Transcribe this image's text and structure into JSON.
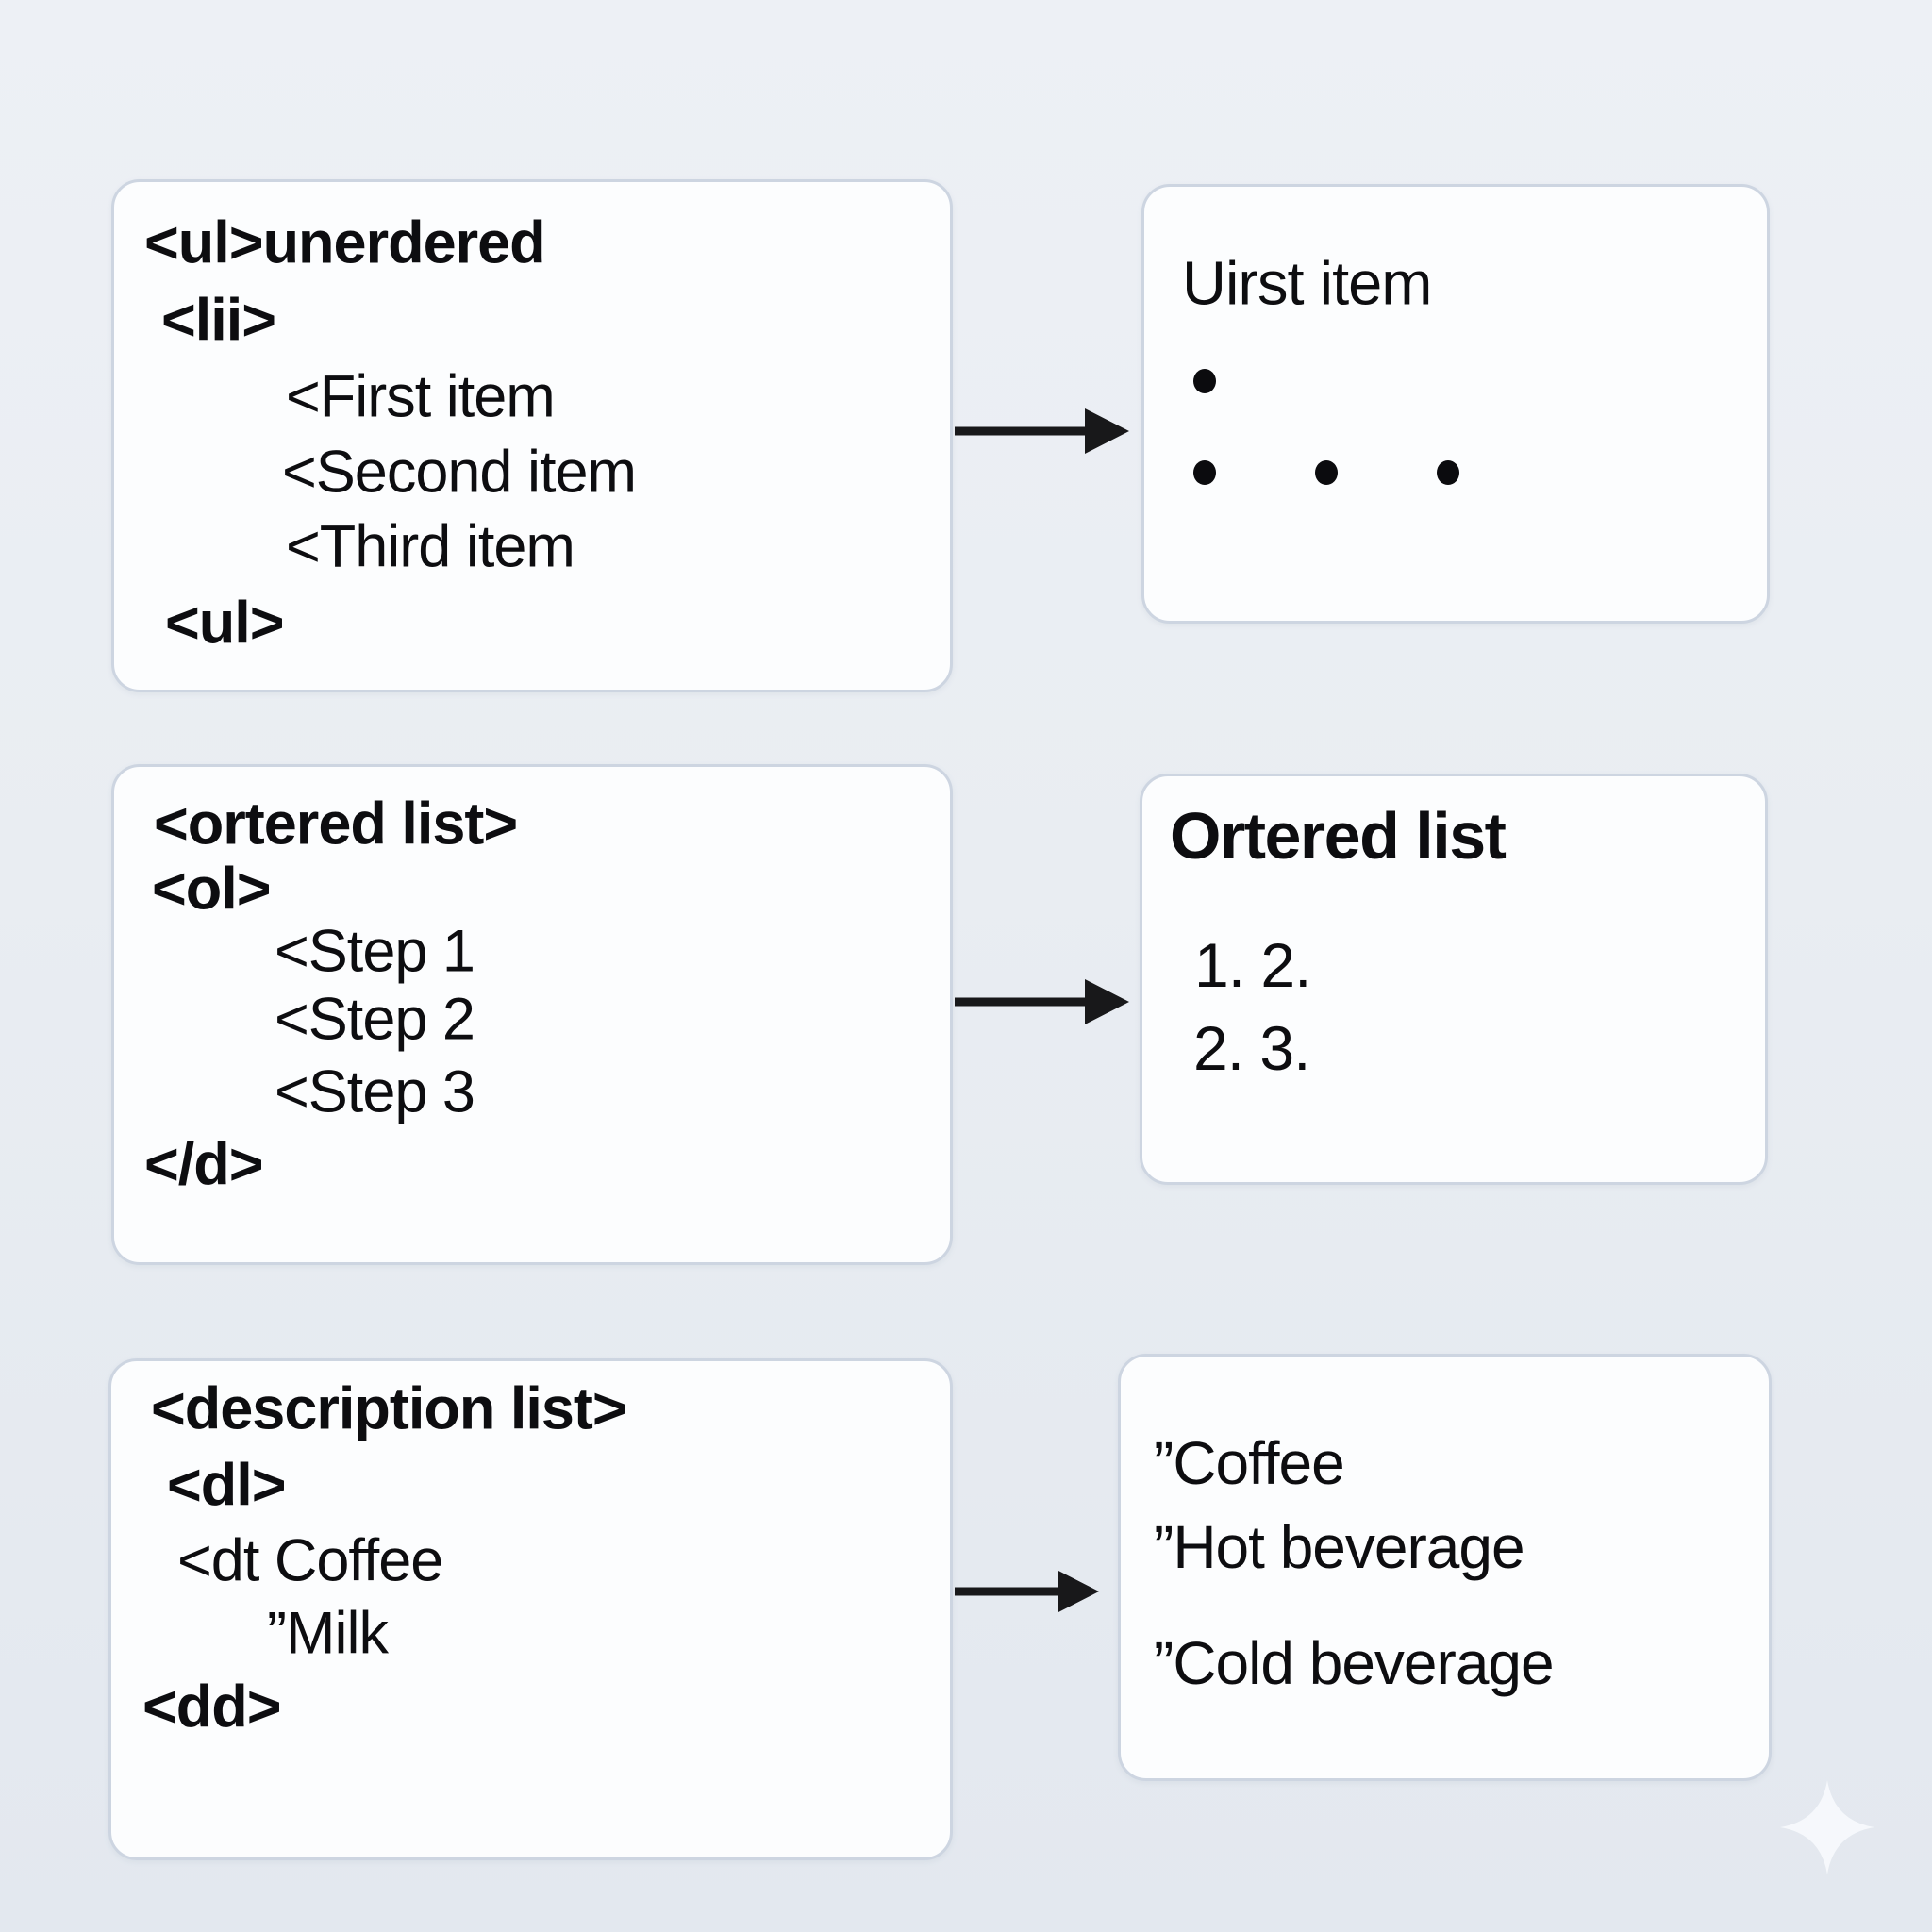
{
  "colors": {
    "background_top": "#edf0f5",
    "background_bottom": "#e3e8ef",
    "box_fill": "#fcfdfe",
    "box_border": "#cdd5e1",
    "text": "#0d0d10",
    "arrow": "#18181a",
    "sparkle": "#f7f9fc"
  },
  "icons": {
    "arrow-icon": "right-arrow →",
    "bullet-icon": "disc •",
    "sparkle-icon": "four-point-star ✦"
  },
  "unordered_section": {
    "code_box": {
      "lines": [
        "<ul>unerdered",
        "<lii>",
        "<First item",
        "<Second item",
        "<Third item",
        "<ul>"
      ]
    },
    "output_box": {
      "heading": "Uirst item",
      "bullets_row1_count": 1,
      "bullets_row2_count": 3
    }
  },
  "ordered_section": {
    "code_box": {
      "lines": [
        "<ortered list>",
        "<ol>",
        "<Step 1",
        "<Step 2",
        "<Step 3",
        "</d>"
      ]
    },
    "output_box": {
      "heading": "Ortered list",
      "items": [
        "1. 2.",
        "2. 3."
      ]
    }
  },
  "description_section": {
    "code_box": {
      "lines": [
        "<description list>",
        "<dl>",
        "<dt Coffee",
        "”Milk",
        "<dd>"
      ]
    },
    "output_box": {
      "items": [
        "”Coffee",
        "”Hot beverage",
        "”Cold beverage"
      ]
    }
  }
}
